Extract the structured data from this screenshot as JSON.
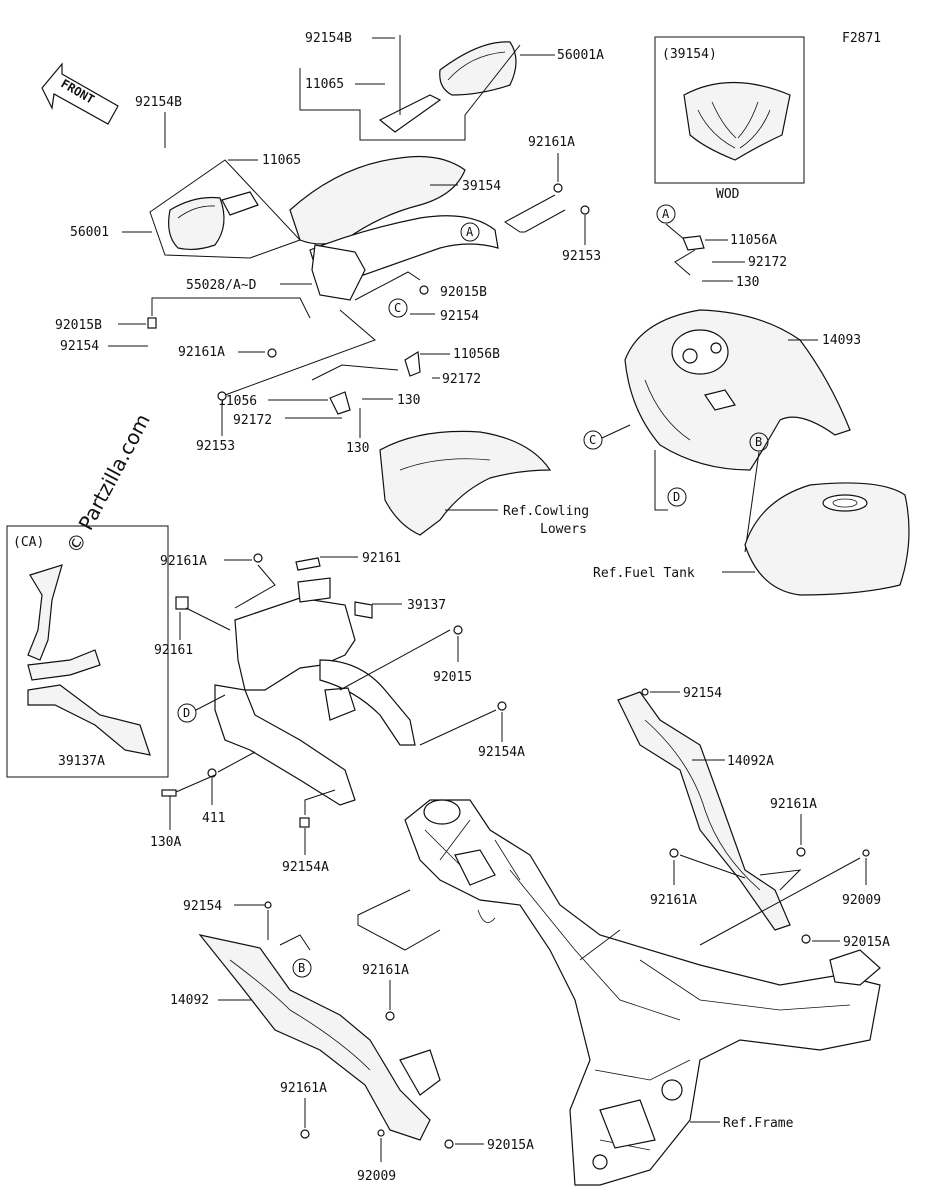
{
  "figure_code": "F2871",
  "watermark": "© Partzilla.com",
  "front_label": "FRONT",
  "inset_top": {
    "title": "(39154)",
    "caption": "WOD"
  },
  "inset_left": {
    "title": "(CA)",
    "part": "39137A"
  },
  "callout_letters": [
    "A",
    "B",
    "C",
    "D"
  ],
  "references": {
    "cowling": [
      "Ref.Cowling",
      "Lowers"
    ],
    "fuel_tank": "Ref.Fuel Tank",
    "frame": "Ref.Frame"
  },
  "parts": {
    "p92154B_top": "92154B",
    "p11065_top": "11065",
    "p56001A": "56001A",
    "p92154B_left": "92154B",
    "p11065_left": "11065",
    "p39154": "39154",
    "p56001": "56001",
    "p92161A_top": "92161A",
    "p92153_right": "92153",
    "p55028": "55028/A~D",
    "p92015B_right": "92015B",
    "p92154_mid": "92154",
    "p92015B_left": "92015B",
    "p92154_left": "92154",
    "p92161A_mid": "92161A",
    "p11056B": "11056B",
    "p92172_right": "92172",
    "p11056": "11056",
    "p130_mid": "130",
    "p92172_left": "92172",
    "p130_low": "130",
    "p92153_left": "92153",
    "p11056A": "11056A",
    "p92172_A": "92172",
    "p130_A": "130",
    "p14093": "14093",
    "p92161A_bracket": "92161A",
    "p92161_top": "92161",
    "p39137": "39137",
    "p92161_left": "92161",
    "p92015": "92015",
    "p92154A_right": "92154A",
    "p411": "411",
    "p130A": "130A",
    "p92154A_low": "92154A",
    "p92154_r": "92154",
    "p14092A": "14092A",
    "p92161A_r1": "92161A",
    "p92161A_r2": "92161A",
    "p92009_r": "92009",
    "p92015A_r": "92015A",
    "p92154_lowleft": "92154",
    "p14092": "14092",
    "p92161A_low1": "92161A",
    "p92161A_low2": "92161A",
    "p92009_low": "92009",
    "p92015A_low": "92015A"
  }
}
